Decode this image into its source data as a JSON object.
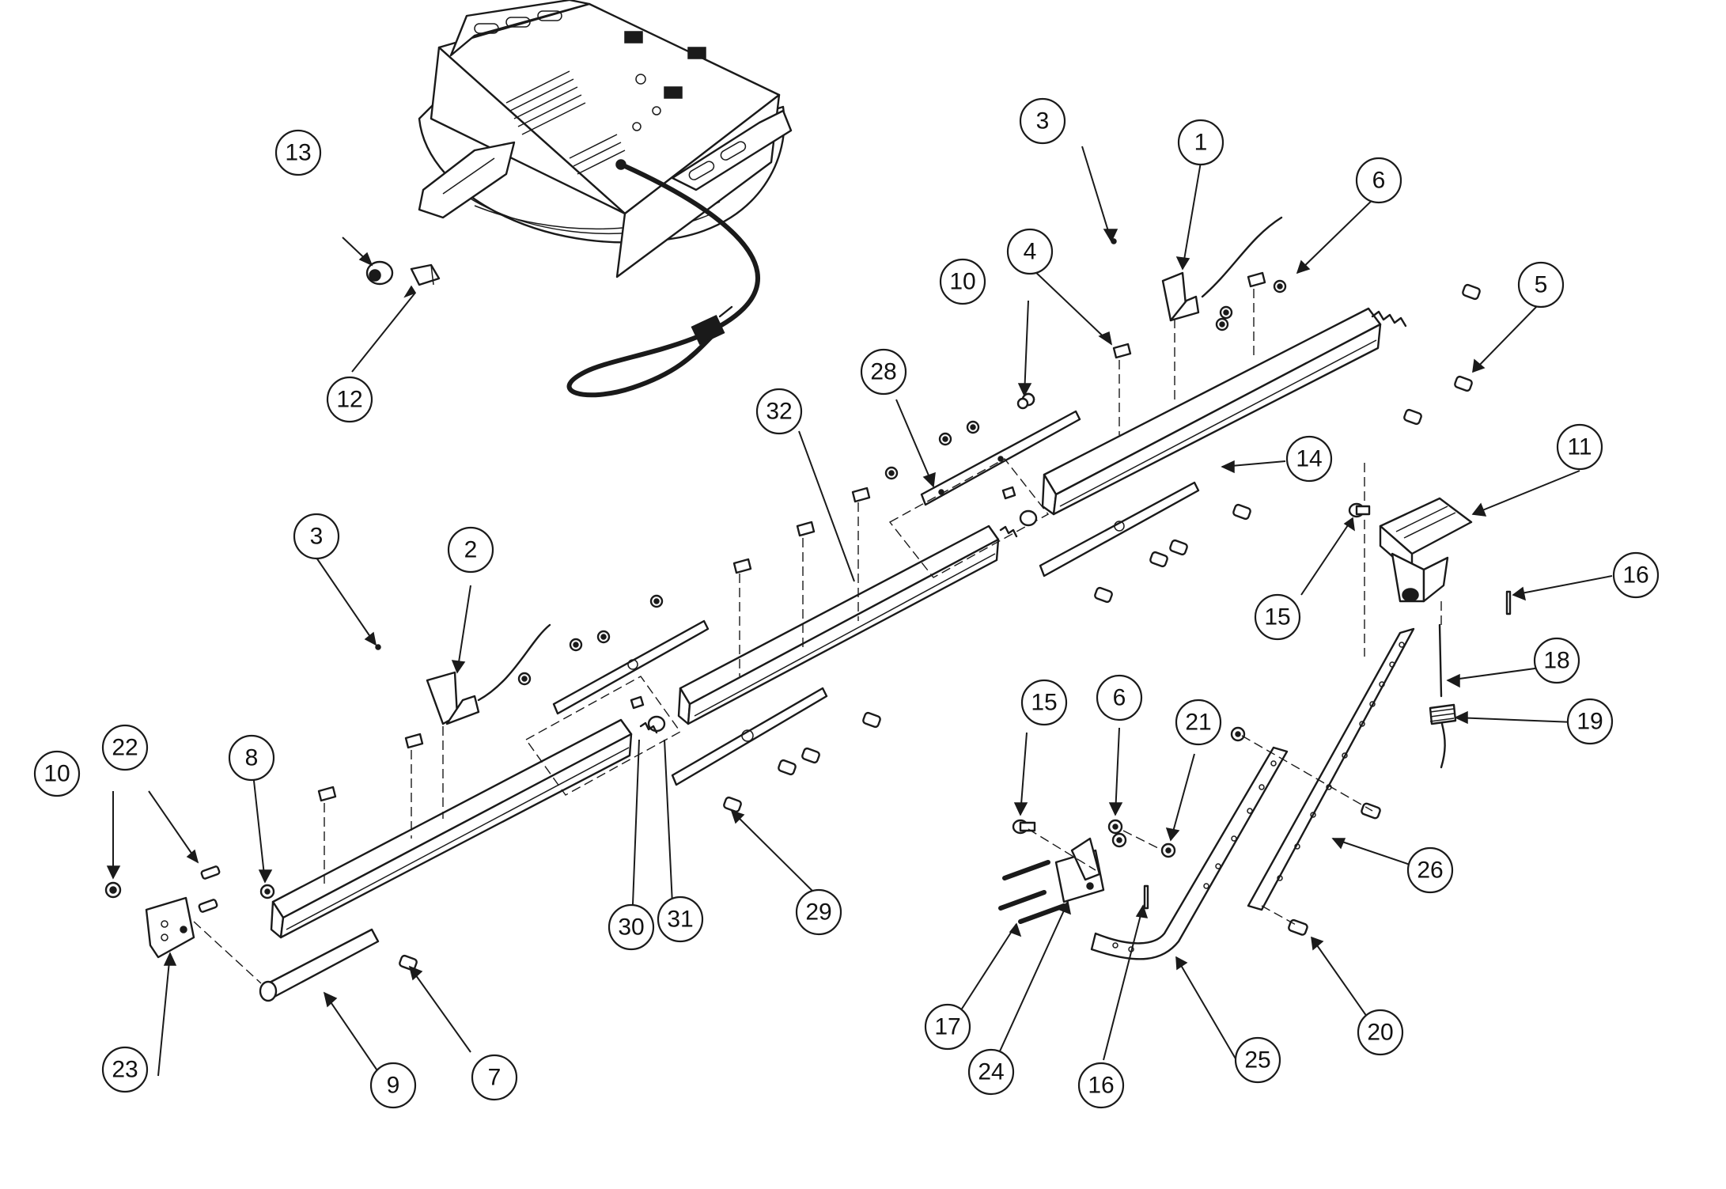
{
  "callouts": [
    {
      "id": "c1",
      "label": "1"
    },
    {
      "id": "c2",
      "label": "2"
    },
    {
      "id": "c3a",
      "label": "3"
    },
    {
      "id": "c3b",
      "label": "3"
    },
    {
      "id": "c4",
      "label": "4"
    },
    {
      "id": "c5",
      "label": "5"
    },
    {
      "id": "c6a",
      "label": "6"
    },
    {
      "id": "c6b",
      "label": "6"
    },
    {
      "id": "c7",
      "label": "7"
    },
    {
      "id": "c8",
      "label": "8"
    },
    {
      "id": "c9",
      "label": "9"
    },
    {
      "id": "c10a",
      "label": "10"
    },
    {
      "id": "c10b",
      "label": "10"
    },
    {
      "id": "c11",
      "label": "11"
    },
    {
      "id": "c12",
      "label": "12"
    },
    {
      "id": "c13",
      "label": "13"
    },
    {
      "id": "c14",
      "label": "14"
    },
    {
      "id": "c15a",
      "label": "15"
    },
    {
      "id": "c15b",
      "label": "15"
    },
    {
      "id": "c16a",
      "label": "16"
    },
    {
      "id": "c16b",
      "label": "16"
    },
    {
      "id": "c17",
      "label": "17"
    },
    {
      "id": "c18",
      "label": "18"
    },
    {
      "id": "c19",
      "label": "19"
    },
    {
      "id": "c20",
      "label": "20"
    },
    {
      "id": "c21",
      "label": "21"
    },
    {
      "id": "c22",
      "label": "22"
    },
    {
      "id": "c23",
      "label": "23"
    },
    {
      "id": "c24",
      "label": "24"
    },
    {
      "id": "c25",
      "label": "25"
    },
    {
      "id": "c26",
      "label": "26"
    },
    {
      "id": "c28",
      "label": "28"
    },
    {
      "id": "c29",
      "label": "29"
    },
    {
      "id": "c30",
      "label": "30"
    },
    {
      "id": "c31",
      "label": "31"
    },
    {
      "id": "c32",
      "label": "32"
    }
  ]
}
